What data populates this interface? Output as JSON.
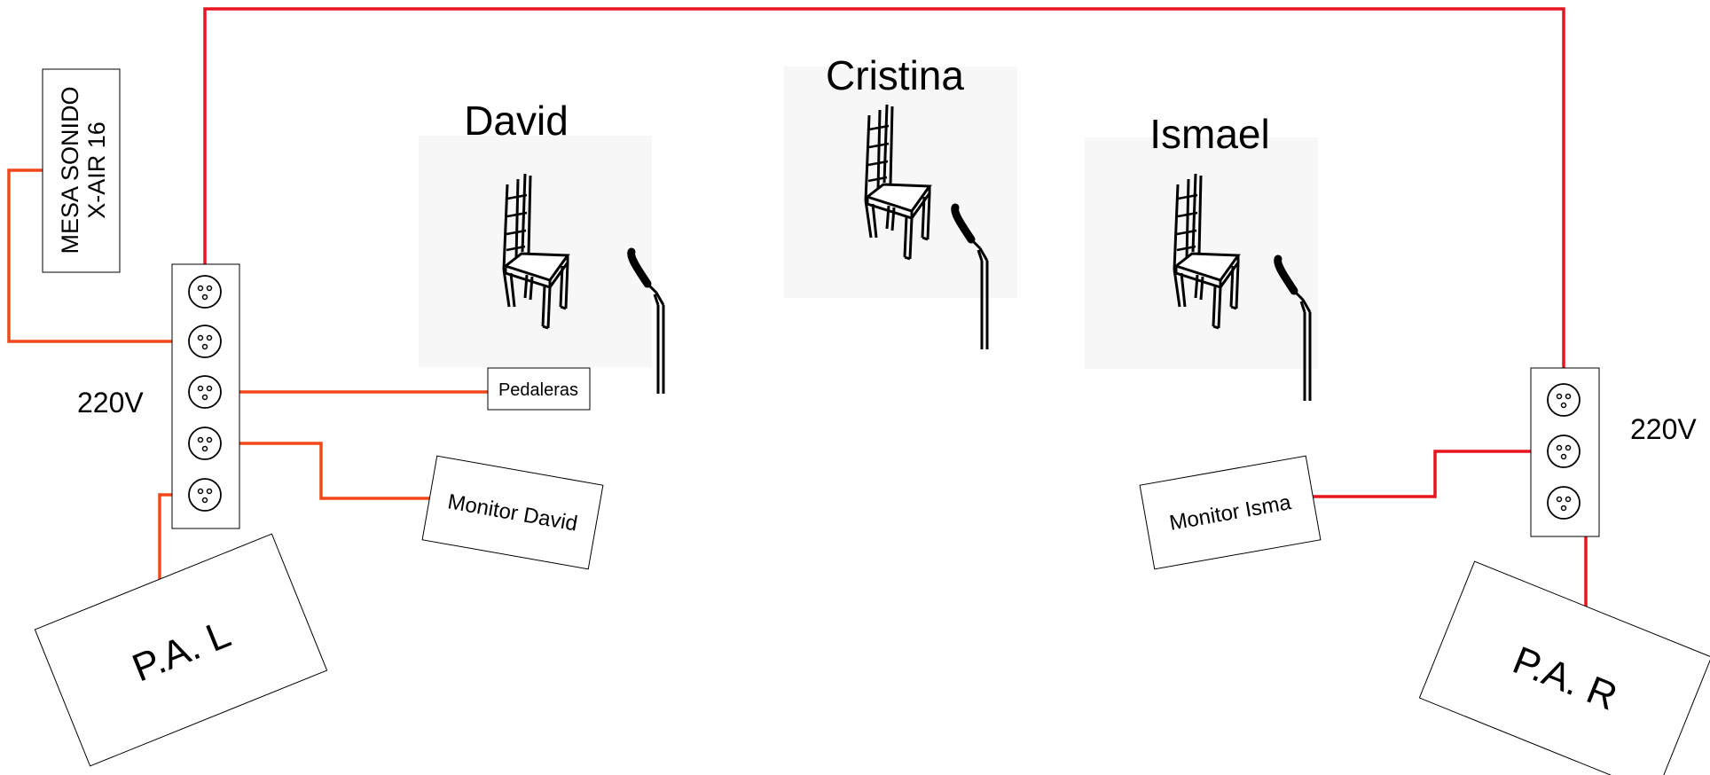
{
  "performers": {
    "david": "David",
    "cristina": "Cristina",
    "ismael": "Ismael"
  },
  "mixer": {
    "line1": "MESA SONIDO",
    "line2": "X-AIR 16"
  },
  "power_left": "220V",
  "power_right": "220V",
  "devices": {
    "pedaleras": "Pedaleras",
    "monitor_david": "Monitor David",
    "monitor_isma": "Monitor Isma",
    "pa_left": "P.A. L",
    "pa_right": "P.A. R"
  },
  "colors": {
    "cable_red": "#e8141e",
    "cable_orange": "#f0481a"
  }
}
